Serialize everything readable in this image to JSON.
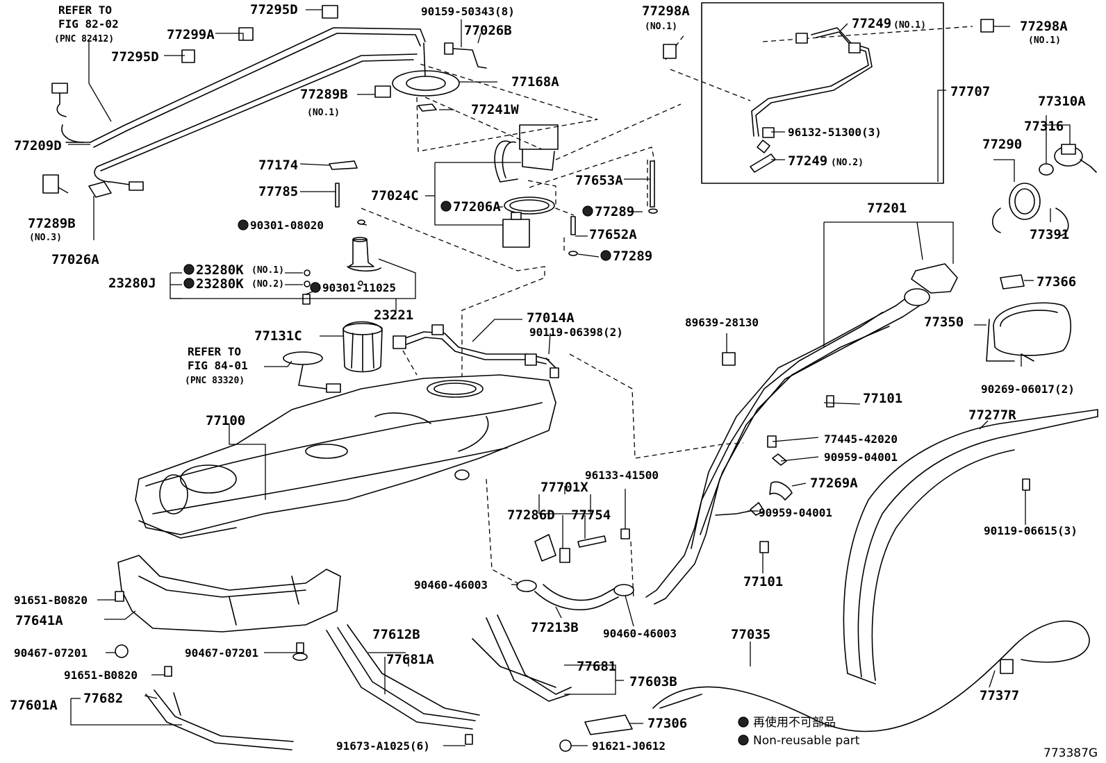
{
  "diagram_id": "773387G",
  "refer_notes": [
    {
      "l1": "REFER TO",
      "l2": "FIG 82-02",
      "l3": "(PNC 82412)"
    },
    {
      "l1": "REFER TO",
      "l2": "FIG 84-01",
      "l3": "(PNC 83320)"
    }
  ],
  "labels": {
    "p77295D_a": "77295D",
    "p77299A": "77299A",
    "p77295D_b": "77295D",
    "p77209D": "77209D",
    "p77289B_no3": "77289B",
    "p77289B_no3_sub": "(NO.3)",
    "p77026A": "77026A",
    "p90159": "90159-50343(8)",
    "p77026B": "77026B",
    "p77168A": "77168A",
    "p77289B_no1": "77289B",
    "p77289B_no1_sub": "(NO.1)",
    "p77241W": "77241W",
    "p77174": "77174",
    "p77785": "77785",
    "p77024C": "77024C",
    "p77206A": "77206A",
    "p90301_08020": "90301-08020",
    "p23280K_1": "23280K",
    "p23280K_1_sub": "(NO.1)",
    "p23280K_2": "23280K",
    "p23280K_2_sub": "(NO.2)",
    "p23280J": "23280J",
    "p90301_11025": "90301-11025",
    "p23221": "23221",
    "p77653A": "77653A",
    "p77289_a": "77289",
    "p77652A": "77652A",
    "p77289_b": "77289",
    "p77298A_left": "77298A",
    "p77298A_left_sub": "(NO.1)",
    "p77249_no1": "77249",
    "p77249_no1_sub": "(NO.1)",
    "p96132": "96132-51300(3)",
    "p77249_no2": "77249",
    "p77249_no2_sub": "(NO.2)",
    "p77707": "77707",
    "p77298A_right": "77298A",
    "p77298A_right_sub": "(NO.1)",
    "p77310A": "77310A",
    "p77316": "77316",
    "p77290": "77290",
    "p77391": "77391",
    "p77201": "77201",
    "p77366": "77366",
    "p77350": "77350",
    "p90269": "90269-06017(2)",
    "p89639": "89639-28130",
    "p77101_a": "77101",
    "p77445": "77445-42020",
    "p90959_a": "90959-04001",
    "p77269A": "77269A",
    "p90959_b": "90959-04001",
    "p77101_b": "77101",
    "p77277R": "77277R",
    "p90119_06615": "90119-06615(3)",
    "p77014A": "77014A",
    "p90119_06398": "90119-06398(2)",
    "p77131C": "77131C",
    "p77100": "77100",
    "p96133": "96133-41500",
    "p77701X": "77701X",
    "p77286D": "77286D",
    "p77754": "77754",
    "p90460_a": "90460-46003",
    "p77213B": "77213B",
    "p90460_b": "90460-46003",
    "p91651_a": "91651-B0820",
    "p77641A": "77641A",
    "p90467_a": "90467-07201",
    "p90467_b": "90467-07201",
    "p91651_b": "91651-B0820",
    "p77601A": "77601A",
    "p77682": "77682",
    "p77612B": "77612B",
    "p77681A": "77681A",
    "p91673": "91673-A1025(6)",
    "p77681": "77681",
    "p77603B": "77603B",
    "p77306": "77306",
    "p91621": "91621-J0612",
    "p77035": "77035",
    "p77377": "77377"
  },
  "legend": {
    "line1": "再使用不可部品",
    "line2": "Non-reusable part"
  }
}
